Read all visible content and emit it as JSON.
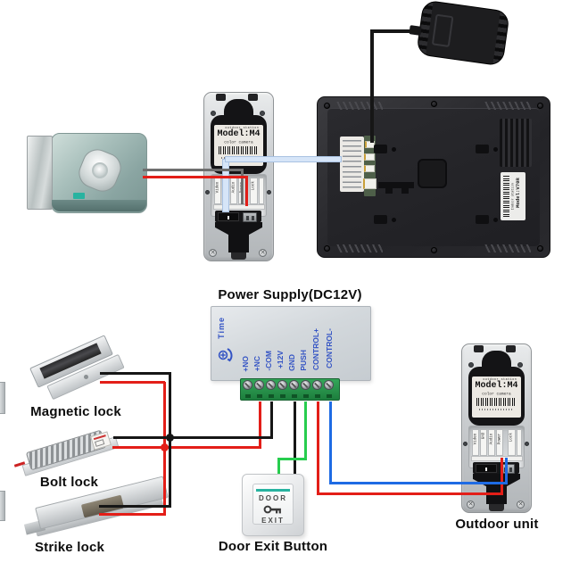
{
  "colors": {
    "wire_red": "#e31e18",
    "wire_black": "#161616",
    "wire_gray": "#6f6f6f",
    "wire_green": "#27cd4e",
    "wire_blue": "#1e6be4",
    "cable_light": "#d6e5f8",
    "psu_blue": "#3353c4",
    "teal_accent": "#28b3a0",
    "terminal_green": "#2b9e50"
  },
  "captions": {
    "psu_title": "Power Supply(DC12V)",
    "magnetic_lock": "Magnetic lock",
    "bolt_lock": "Bolt lock",
    "strike_lock": "Strike lock",
    "door_exit_button": "Door Exit Button",
    "outdoor_unit": "Outdoor unit"
  },
  "psu": {
    "time_label": "Time",
    "terminals": [
      "+NO",
      "+NC",
      "-COM",
      "+12V",
      "GND",
      "PUSH",
      "CONTROL+",
      "CONTROL-"
    ]
  },
  "outdoor_unit": {
    "station_line": "outdoor station",
    "model": "Model:M4",
    "camera_line": "color camera",
    "ports": [
      "Video",
      "GND",
      "Audio",
      "Power",
      "Lock"
    ]
  },
  "monitor": {
    "side_label_station": "Indoor station",
    "side_label_model": "Model:V70R"
  },
  "exit_button": {
    "line1": "DOOR",
    "line2": "EXIT"
  }
}
